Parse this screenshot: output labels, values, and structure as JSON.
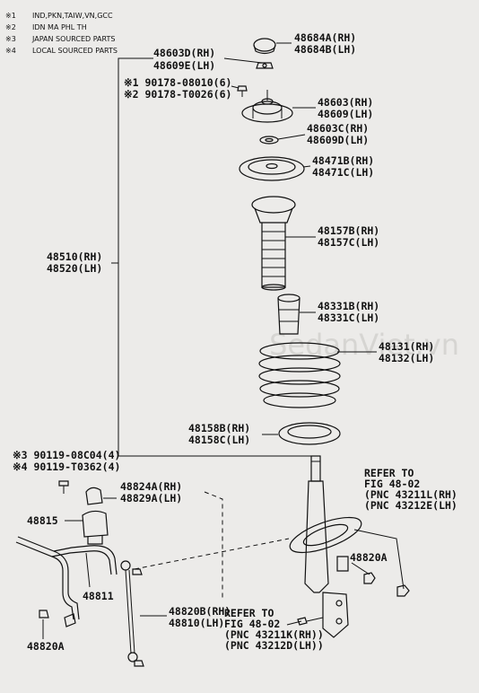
{
  "notes": [
    {
      "mark": "※1",
      "text": "IND,PKN,TAIW,VN,GCC"
    },
    {
      "mark": "※2",
      "text": "IDN MA PHL TH"
    },
    {
      "mark": "※3",
      "text": "JAPAN SOURCED PARTS"
    },
    {
      "mark": "※4",
      "text": "LOCAL SOURCED PARTS"
    }
  ],
  "watermark": "SedanViet.vn",
  "labels": {
    "cap_rh": "48684A(RH)",
    "cap_lh": "48684B(LH)",
    "nut_rh": "48603D(RH)",
    "nut_lh": "48609E(LH)",
    "bolt1": "※1 90178-08010(6)",
    "bolt2": "※2 90178-T0026(6)",
    "mount_rh": "48603(RH)",
    "mount_lh": "48609(LH)",
    "washer_rh": "48603C(RH)",
    "washer_lh": "48609D(LH)",
    "upseat_rh": "48471B(RH)",
    "upseat_lh": "48471C(LH)",
    "boot_rh": "48157B(RH)",
    "boot_lh": "48157C(LH)",
    "bump_rh": "48331B(RH)",
    "bump_lh": "48331C(LH)",
    "spring_rh": "48131(RH)",
    "spring_lh": "48132(LH)",
    "strut_rh": "48510(RH)",
    "strut_lh": "48520(LH)",
    "lowseat_rh": "48158B(RH)",
    "lowseat_lh": "48158C(LH)",
    "bolt3": "※3 90119-08C04(4)",
    "bolt4": "※4 90119-T0362(4)",
    "bush_rh": "48824A(RH)",
    "bush_lh": "48829A(LH)",
    "bracket": "48815",
    "stabbar": "48811",
    "link_rh": "48820B(RH)",
    "link_lh": "48810(LH)",
    "nut_a_right": "48820A",
    "nut_a_left": "48820A",
    "refer1": [
      "REFER TO",
      "FIG 48-02",
      "(PNC 43211L(RH)",
      "(PNC 43212E(LH)"
    ],
    "refer2": [
      "REFER TO",
      "FIG 48-02",
      "(PNC 43211K(RH))",
      "(PNC 43212D(LH))"
    ]
  }
}
